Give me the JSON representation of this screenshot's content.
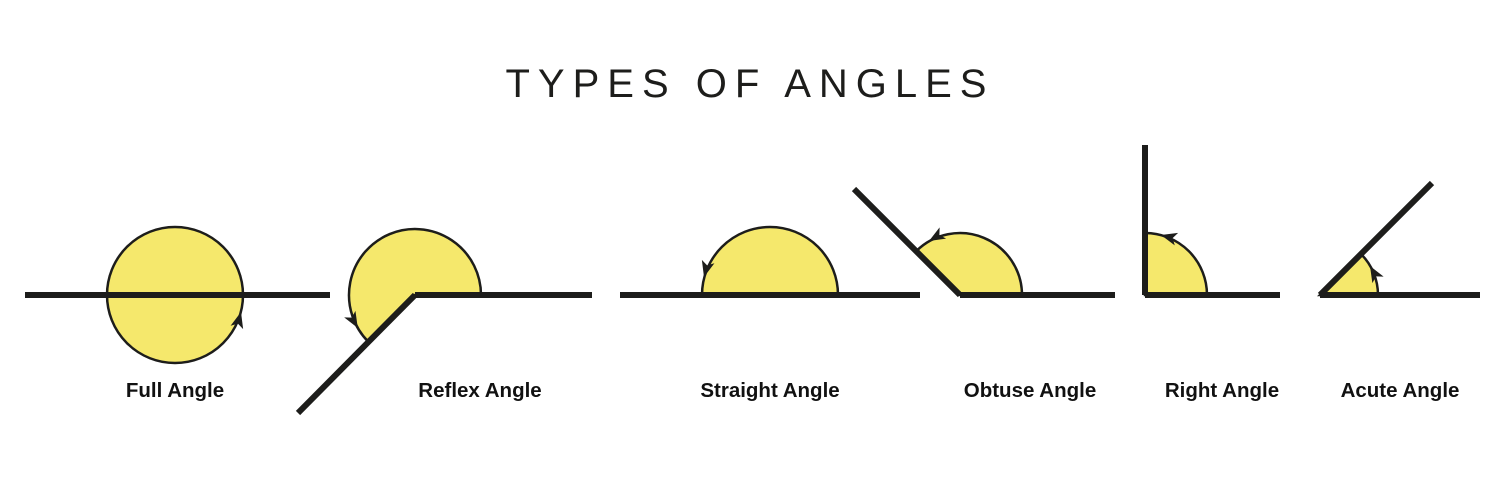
{
  "title": "TYPES OF ANGLES",
  "colors": {
    "fill_yellow": "#F5E86C",
    "line_black": "#1D1D1B",
    "background": "#FFFFFF"
  },
  "angles": [
    {
      "label": "Full Angle"
    },
    {
      "label": "Reflex Angle"
    },
    {
      "label": "Straight Angle"
    },
    {
      "label": "Obtuse Angle"
    },
    {
      "label": "Right Angle"
    },
    {
      "label": "Acute Angle"
    }
  ]
}
